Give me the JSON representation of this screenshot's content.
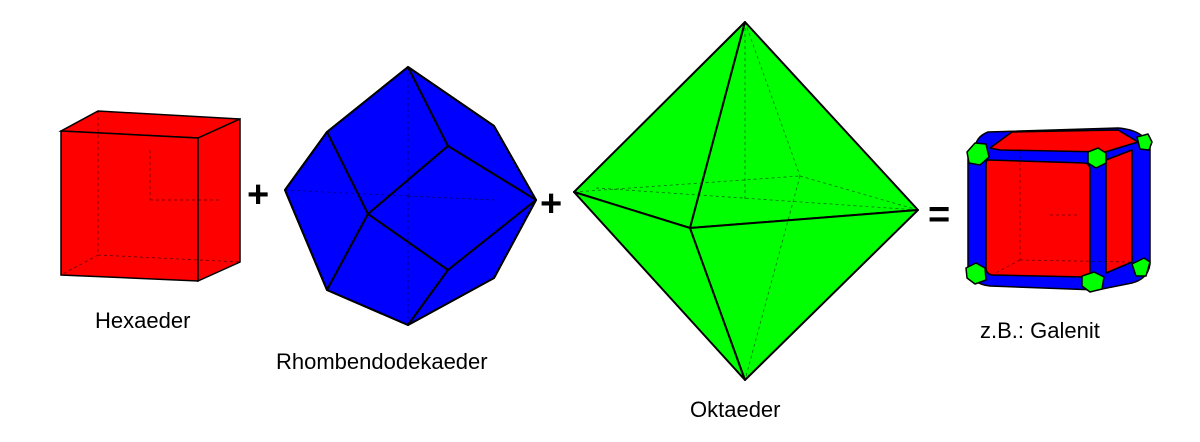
{
  "colors": {
    "hexaeder": "#ff0000",
    "rhombendodekaeder": "#0000ff",
    "oktaeder": "#00ff00",
    "edge": "#000000",
    "hidden_edge": "#000000"
  },
  "shapes": [
    {
      "id": "hexaeder",
      "label": "Hexaeder"
    },
    {
      "id": "rhombendodekaeder",
      "label": "Rhombendodekaeder"
    },
    {
      "id": "oktaeder",
      "label": "Oktaeder"
    },
    {
      "id": "galenit",
      "label": "z.B.: Galenit"
    }
  ],
  "operators": {
    "plus": "+",
    "equals": "="
  }
}
